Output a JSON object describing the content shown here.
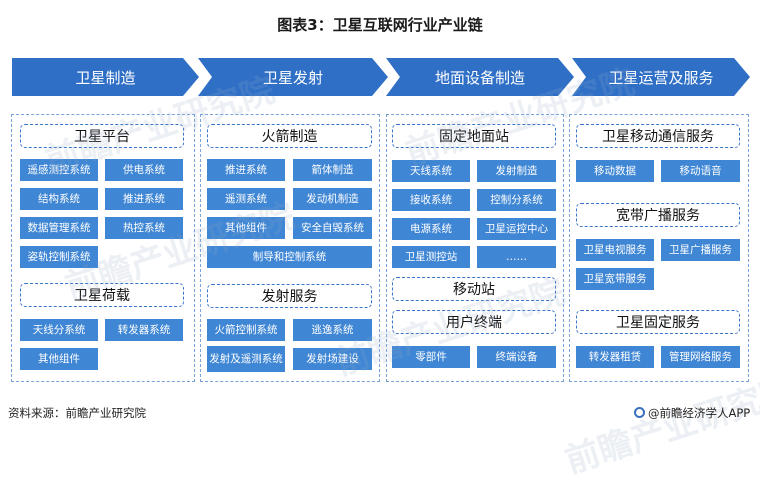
{
  "title": "图表3：卫星互联网行业产业链",
  "stages": [
    "卫星制造",
    "卫星发射",
    "地面设备制造",
    "卫星运营及服务"
  ],
  "col1": {
    "sec1": "卫星平台",
    "sec1_items": [
      "遥感测控系统",
      "供电系统",
      "结构系统",
      "推进系统",
      "数据管理系统",
      "热控系统",
      "姿轨控制系统"
    ],
    "sec2": "卫星荷载",
    "sec2_items": [
      "天线分系统",
      "转发器系统",
      "其他组件"
    ]
  },
  "col2": {
    "sec1": "火箭制造",
    "sec1_items": [
      "推进系统",
      "箭体制造",
      "遥测系统",
      "发动机制造",
      "其他组件",
      "安全自毁系统"
    ],
    "sec1_wide": "制导和控制系统",
    "sec2": "发射服务",
    "sec2_items": [
      "火箭控制系统",
      "逃逸系统",
      "发射及遥测系统",
      "发射场建设"
    ]
  },
  "col3": {
    "sec1": "固定地面站",
    "sec1_items": [
      "天线系统",
      "发射制造",
      "接收系统",
      "控制分系统",
      "电源系统",
      "卫星运控中心",
      "卫星测控站",
      "……"
    ],
    "sec2": "移动站",
    "sec3": "用户终端",
    "sec3_items": [
      "零部件",
      "终端设备"
    ]
  },
  "col4": {
    "sec1": "卫星移动通信服务",
    "sec1_items": [
      "移动数据",
      "移动语音"
    ],
    "sec2": "宽带广播服务",
    "sec2_items": [
      "卫星电视服务",
      "卫星广播服务",
      "卫星宽带服务"
    ],
    "sec3": "卫星固定服务",
    "sec3_items": [
      "转发器租赁",
      "管理网络服务"
    ]
  },
  "footer": {
    "source": "资料来源：前瞻产业研究院",
    "brand": "@前瞻经济学人APP"
  },
  "watermark": {
    "text": "前瞻产业研究院",
    "icon": "qianzhan-logo-icon"
  }
}
